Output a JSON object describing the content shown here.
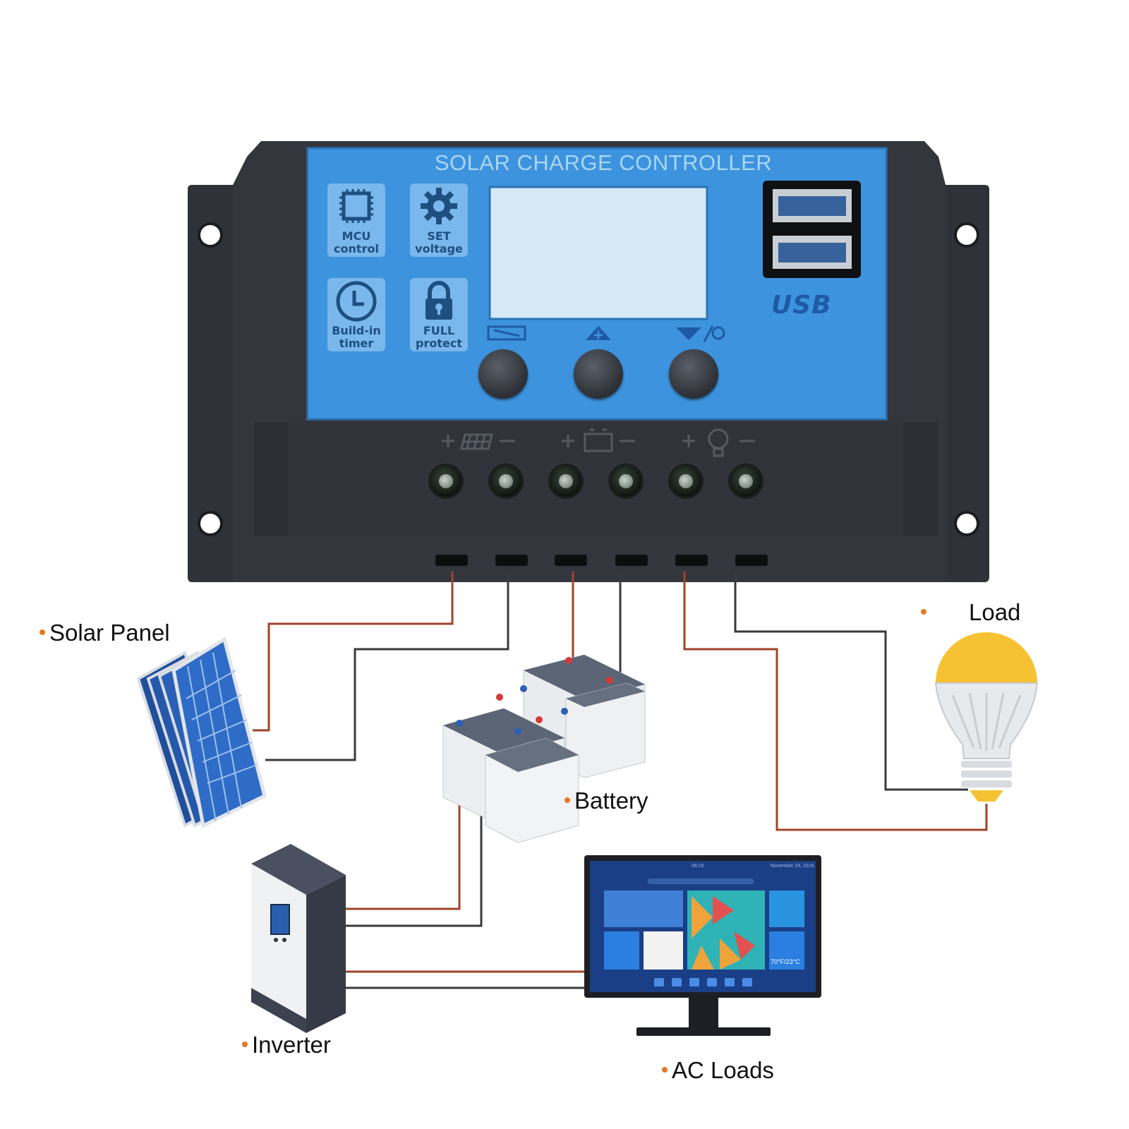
{
  "controller": {
    "title": "SOLAR CHARGE CONTROLLER",
    "features": [
      {
        "line1": "MCU",
        "line2": "control",
        "icon": "chip-icon"
      },
      {
        "line1": "SET",
        "line2": "voltage",
        "icon": "gear-icon"
      },
      {
        "line1": "Build-in",
        "line2": "timer",
        "icon": "clock-icon"
      },
      {
        "line1": "FULL",
        "line2": "protect",
        "icon": "lock-icon"
      }
    ],
    "usb_label": "USB",
    "button_icons": [
      "menu-icon",
      "up-icon",
      "down-light-icon"
    ],
    "terminal_groups": [
      "solar-panel-icon",
      "battery-icon",
      "bulb-icon"
    ]
  },
  "labels": {
    "solar_panel": "Solar Panel",
    "battery": "Battery",
    "load": "Load",
    "inverter": "Inverter",
    "ac_loads": "AC Loads"
  },
  "monitor": {
    "time": "08:15",
    "date": "November 29, 2016",
    "weather": "70°F/23°C"
  },
  "colors": {
    "positive_wire": "#a0432a",
    "negative_wire": "#3a3a3a",
    "label_dot": "#e87722",
    "panel_blue": "#3d93dd",
    "case": "#2e3138"
  }
}
